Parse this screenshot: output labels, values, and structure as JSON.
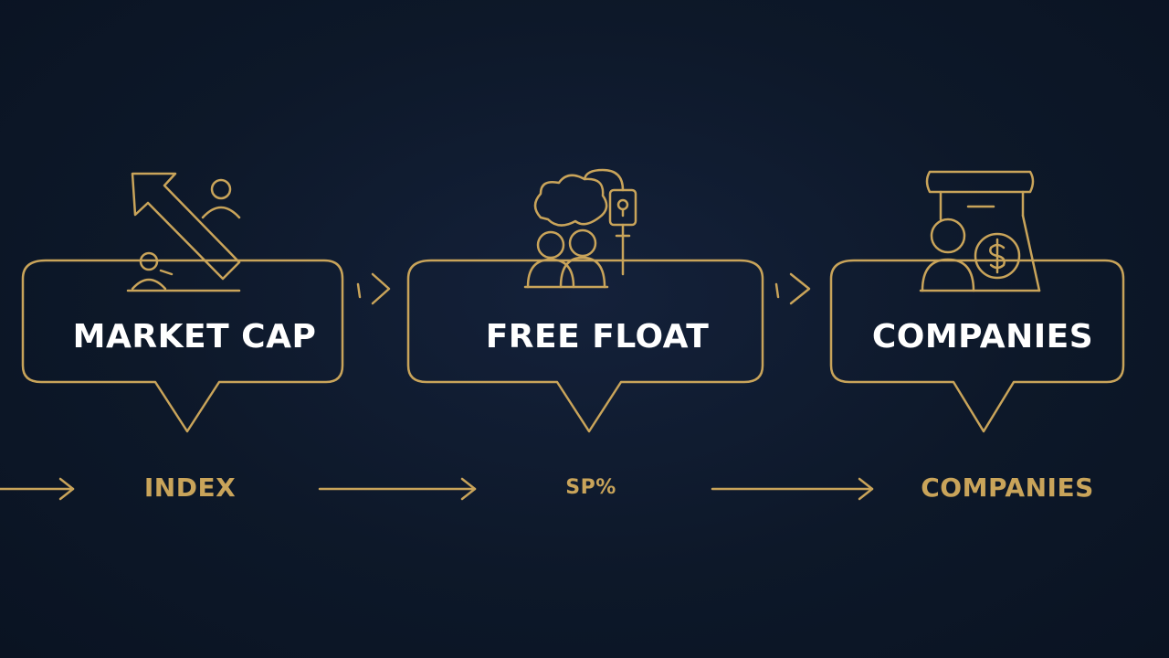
{
  "bubbles": [
    {
      "label": "MARKET CAP",
      "icon": "trend-arrow-people-icon"
    },
    {
      "label": "FREE FLOAT",
      "icon": "cloud-people-lock-icon"
    },
    {
      "label": "COMPANIES",
      "icon": "scroll-person-dollar-icon"
    }
  ],
  "flow": [
    "INDEX",
    "SP%",
    "COMPANIES"
  ],
  "colors": {
    "accent": "#c9a45a",
    "background": "#0d1829",
    "text": "#ffffff"
  }
}
